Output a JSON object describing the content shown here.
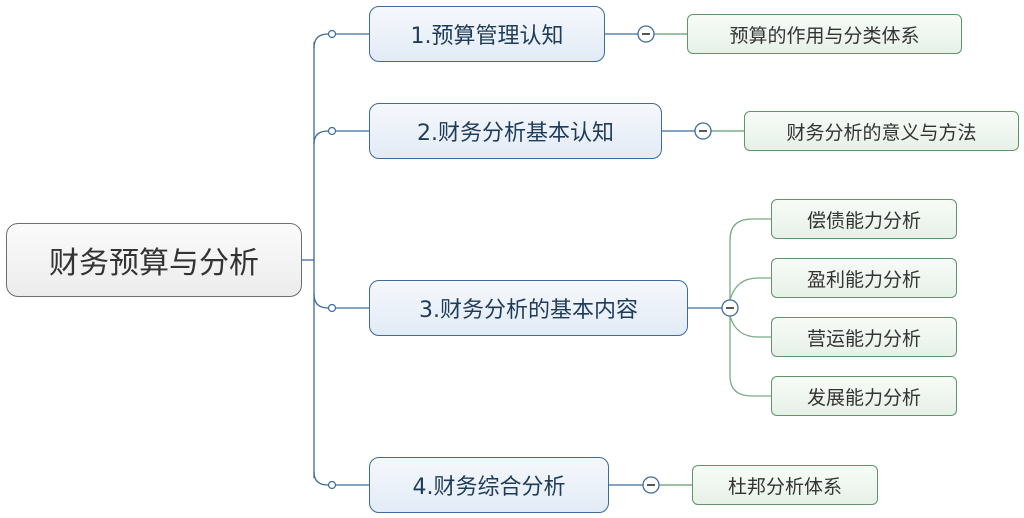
{
  "mindmap": {
    "root": {
      "label": "财务预算与分析"
    },
    "branches": [
      {
        "label": "1.预算管理认知",
        "children": [
          {
            "label": "预算的作用与分类体系"
          }
        ]
      },
      {
        "label": "2.财务分析基本认知",
        "children": [
          {
            "label": "财务分析的意义与方法"
          }
        ]
      },
      {
        "label": "3.财务分析的基本内容",
        "children": [
          {
            "label": "偿债能力分析"
          },
          {
            "label": "盈利能力分析"
          },
          {
            "label": "营运能力分析"
          },
          {
            "label": "发展能力分析"
          }
        ]
      },
      {
        "label": "4.财务综合分析",
        "children": [
          {
            "label": "杜邦分析体系"
          }
        ]
      }
    ],
    "colors": {
      "root_border": "#6e6e6e",
      "branch_border": "#3e6aa0",
      "branch_line": "#3e6aa0",
      "leaf_border": "#5f9569",
      "leaf_line": "#7bab84"
    },
    "collapse_icon": "minus-circle-icon"
  }
}
